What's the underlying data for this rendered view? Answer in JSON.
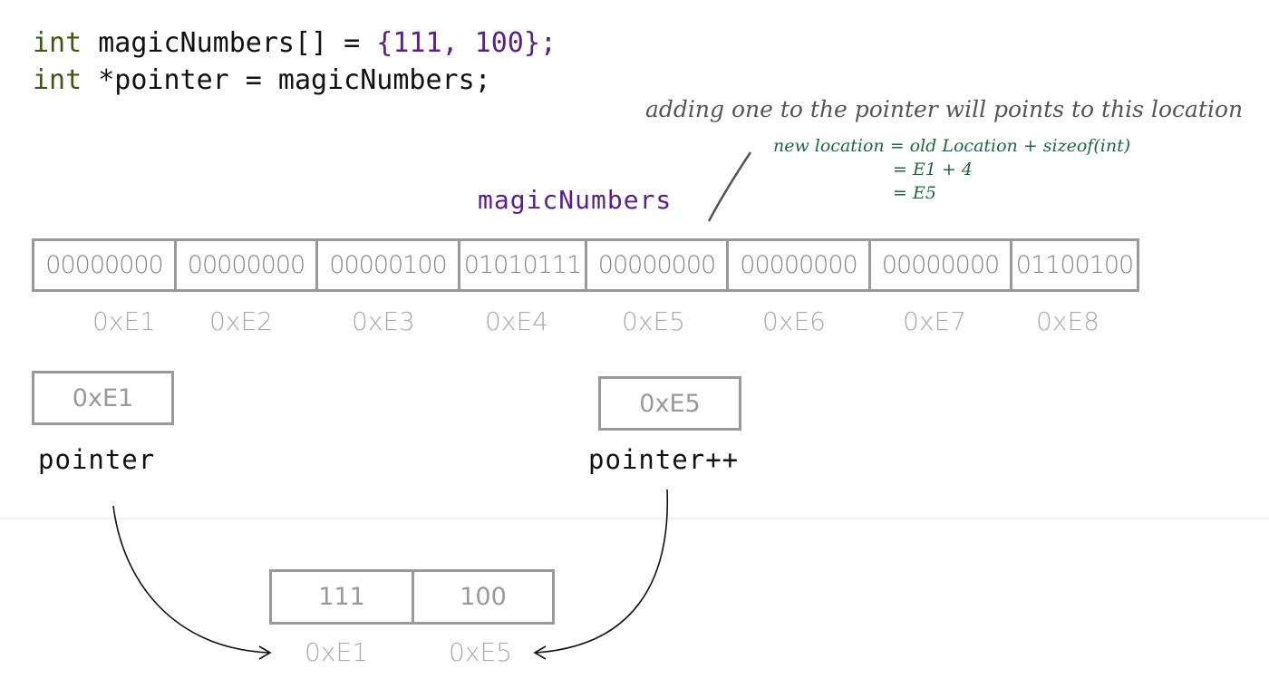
{
  "code": {
    "line1": {
      "type": "int",
      "rest": " magicNumbers[] = ",
      "init": "{111, 100};"
    },
    "line2": {
      "type": "int",
      "rest": " *pointer = magicNumbers;"
    }
  },
  "annotation": {
    "note": "adding one to the pointer will points to this location",
    "formula1": "new location = old Location + sizeof(int)",
    "formula2": "= E1 + 4",
    "formula3": "= E5"
  },
  "array_label": "magicNumbers",
  "memory_cells": [
    {
      "bits": "00000000",
      "address": "0xE1"
    },
    {
      "bits": "00000000",
      "address": "0xE2"
    },
    {
      "bits": "00000100",
      "address": "0xE3"
    },
    {
      "bits": "01010111",
      "address": "0xE4"
    },
    {
      "bits": "00000000",
      "address": "0xE5"
    },
    {
      "bits": "00000000",
      "address": "0xE6"
    },
    {
      "bits": "00000000",
      "address": "0xE7"
    },
    {
      "bits": "01100100",
      "address": "0xE8"
    }
  ],
  "pointer": {
    "value": "0xE1",
    "label": "pointer"
  },
  "pointer_inc": {
    "value": "0xE5",
    "label": "pointer++"
  },
  "array_values": [
    {
      "value": "111",
      "address": "0xE1"
    },
    {
      "value": "100",
      "address": "0xE5"
    }
  ],
  "colors": {
    "keyword": "#3f5a10",
    "purple": "#5b1f8a",
    "formula": "#1a6b3c",
    "border": "#999999"
  }
}
